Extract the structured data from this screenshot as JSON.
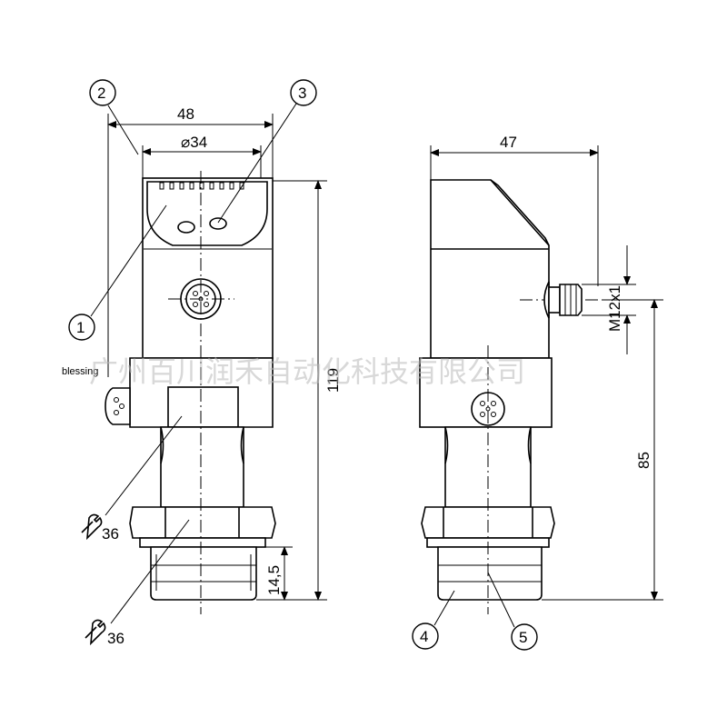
{
  "dimensions": {
    "width_front": "48",
    "diameter_display": "⌀34",
    "depth_side": "47",
    "height_total": "119",
    "height_connector": "85",
    "thread_length": "14,5",
    "connector_thread": "M12x1"
  },
  "wrench_sizes": {
    "upper": "36",
    "lower": "36"
  },
  "callouts": [
    "1",
    "2",
    "3",
    "4",
    "5"
  ],
  "label": "blessing",
  "watermark": "广州百川润禾自动化科技有限公司",
  "icons": {
    "wrench": "wrench-icon",
    "connector": "m12-connector-icon"
  }
}
